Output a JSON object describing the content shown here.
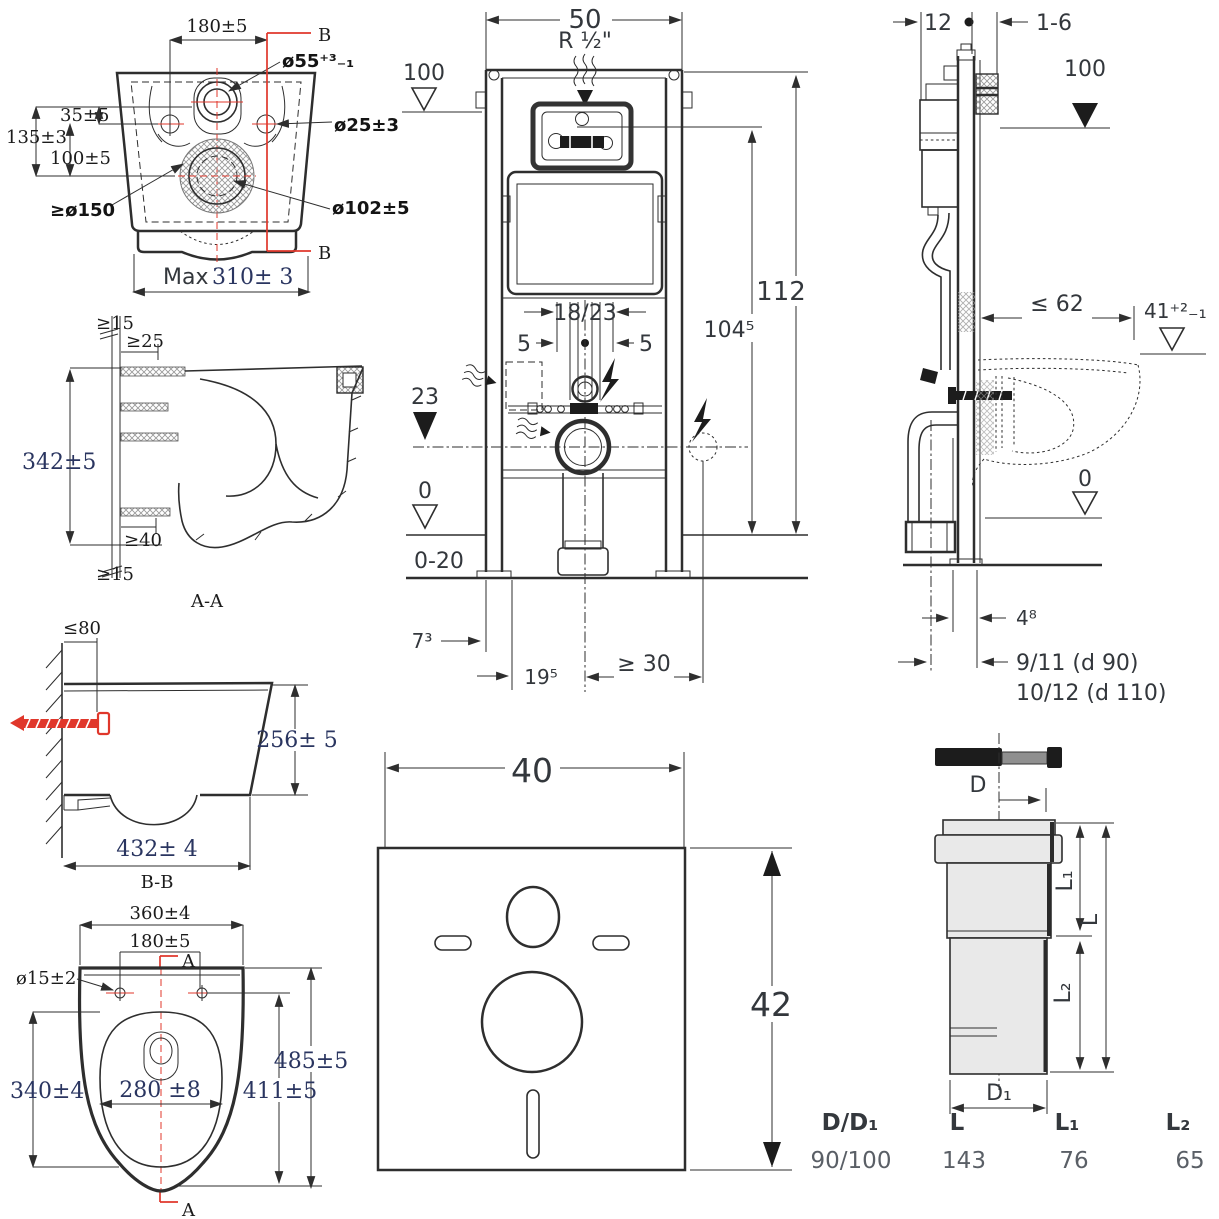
{
  "rear_view": {
    "dim_top_width": "180±5",
    "dim_flush_hole": "ø55⁺³₋₁",
    "dim_offset_top": "35±5",
    "dim_offset_left": "135±3",
    "dim_offset_mid": "100±5",
    "dim_bolt_hole": "ø25±3",
    "dim_clearance": "≥ø150",
    "dim_drain": "ø102±5",
    "dim_max_label": "Max",
    "dim_max_value": "310± 3",
    "section_label_top": "B",
    "section_label_bottom": "B"
  },
  "section_aa": {
    "dim_wall_top": "≥15",
    "dim_top_offset": "≥25",
    "dim_height": "342±5",
    "dim_bottom_offset": "≥40",
    "dim_wall_bottom": "≥15",
    "label": "A-A"
  },
  "section_bb": {
    "dim_depth": "≤80",
    "dim_height": "256± 5",
    "dim_length": "432± 4",
    "label": "B-B"
  },
  "plan_view": {
    "dim_outer_width": "360±4",
    "dim_bolt_spacing": "180±5",
    "dim_bolt_dia": "ø15±2",
    "dim_inner_width": "280 ±8",
    "dim_inner_length": "340±4",
    "dim_total_length": "485±5",
    "dim_front_length": "411±5",
    "section_label_top": "A",
    "section_label_bottom": "A"
  },
  "frame_front": {
    "dim_width": "50",
    "supply_thread": "R ½\"",
    "level_plate": "100",
    "dim_height_total": "112",
    "dim_height_frame": "104⁵",
    "dim_pipe_spacing": "18/23",
    "dim_left_5": "5",
    "dim_right_5": "5",
    "level_drain": "23",
    "level_floor": "0",
    "range_floor": "0-20",
    "dim_offset_foot": "7³",
    "dim_offset_drain": "19⁵",
    "dim_clearance_right": "≥ 30"
  },
  "frame_side": {
    "dim_depth_top": "12",
    "dim_adjust": "1-6",
    "level_plate": "100",
    "dim_depth_max": "≤ 62",
    "dim_bowl_height": "41⁺²₋₁",
    "level_floor": "0",
    "dim_offset_4": "4⁸",
    "dim_drain_d90": "9/11  (d 90)",
    "dim_drain_d110": "10/12 (d 110)"
  },
  "sound_mat": {
    "dim_width": "40",
    "dim_height": "42"
  },
  "drain_connector": {
    "dim_d": "D",
    "dim_d1": "D₁",
    "dim_l": "L",
    "dim_l1": "L₁",
    "dim_l2": "L₂",
    "table": {
      "headers": [
        "D/D₁",
        "L",
        "L₁",
        "L₂"
      ],
      "rows": [
        [
          "90/100",
          "143",
          "76",
          "65"
        ]
      ]
    }
  }
}
